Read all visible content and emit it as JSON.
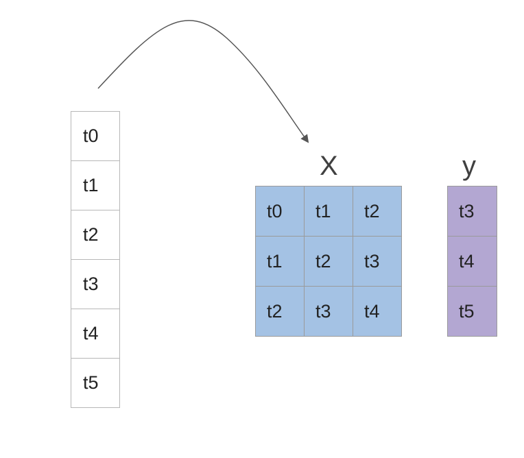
{
  "diagram": {
    "sequence": [
      "t0",
      "t1",
      "t2",
      "t3",
      "t4",
      "t5"
    ],
    "x_label": "X",
    "y_label": "y",
    "x_rows": [
      [
        "t0",
        "t1",
        "t2"
      ],
      [
        "t1",
        "t2",
        "t3"
      ],
      [
        "t2",
        "t3",
        "t4"
      ]
    ],
    "y_values": [
      "t3",
      "t4",
      "t5"
    ],
    "colors": {
      "x_fill": "#a4c2e4",
      "y_fill": "#b3a7d2",
      "arrow": "#555555"
    }
  }
}
